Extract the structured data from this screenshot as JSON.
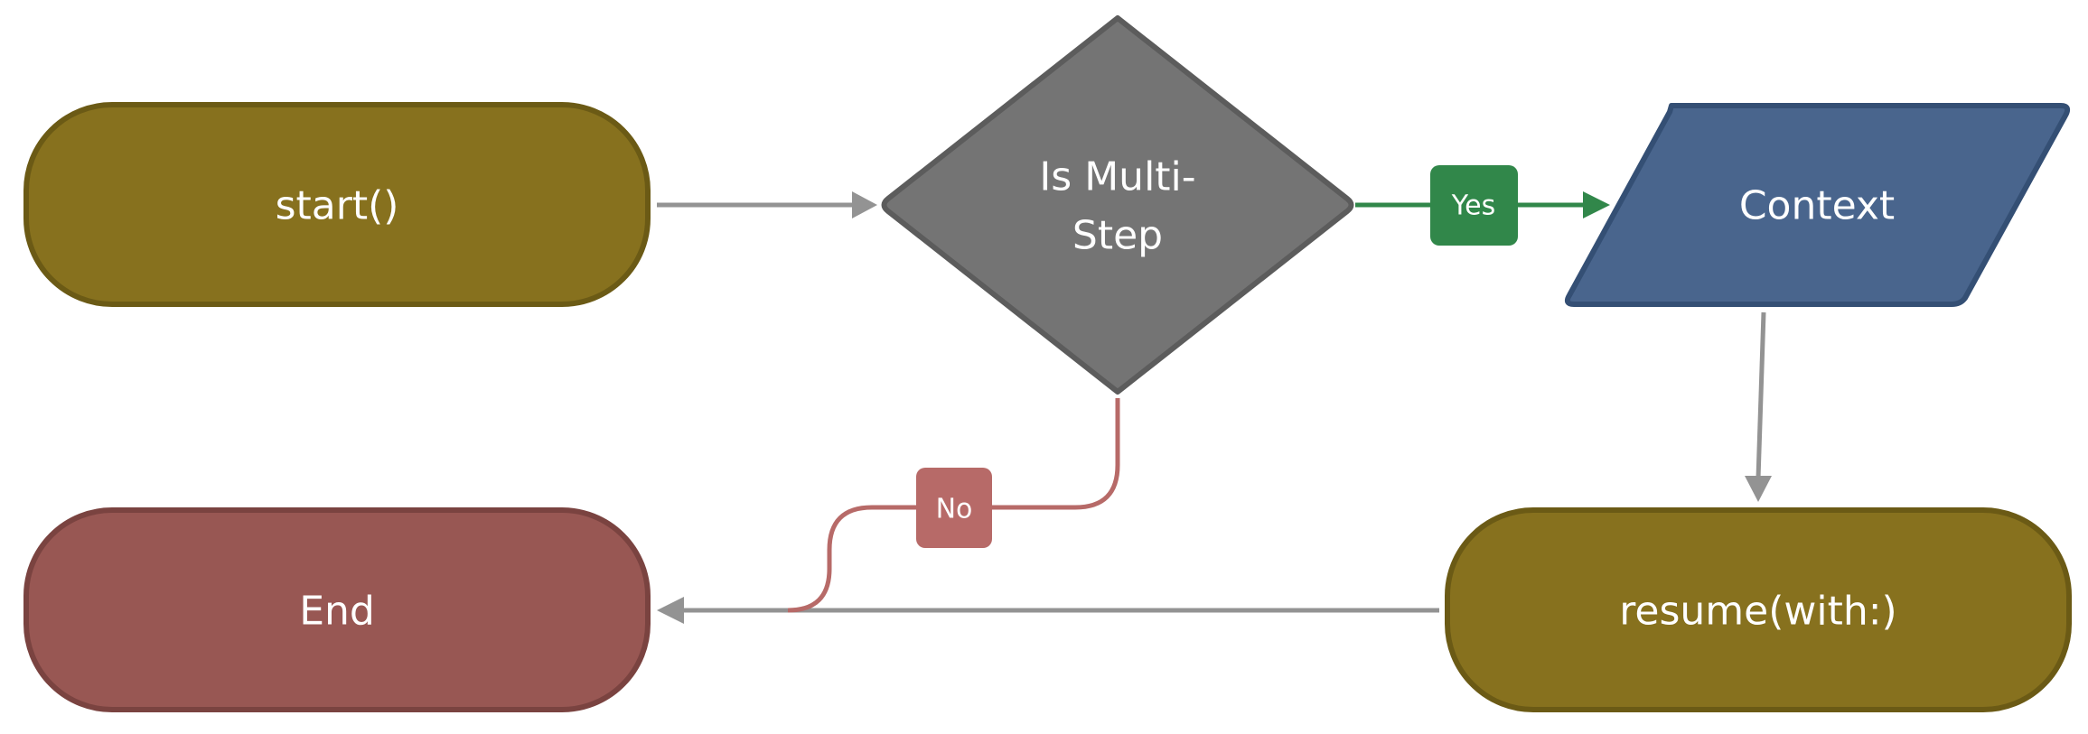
{
  "nodes": {
    "start": {
      "label": "start()",
      "fill": "#87711e",
      "stroke": "#6b5a15"
    },
    "decision": {
      "label_line1": "Is Multi-",
      "label_line2": "Step",
      "fill": "#747474",
      "stroke": "#5c5c5c"
    },
    "context": {
      "label": "Context",
      "fill": "#49658d",
      "stroke": "#344f74"
    },
    "end": {
      "label": "End",
      "fill": "#985753",
      "stroke": "#7a4340"
    },
    "resume": {
      "label": "resume(with:)",
      "fill": "#87711e",
      "stroke": "#6b5a15"
    }
  },
  "edges": {
    "yes": {
      "label": "Yes",
      "color": "#31874a"
    },
    "no": {
      "label": "No",
      "color": "#b76a68"
    },
    "default_color": "#939393"
  }
}
